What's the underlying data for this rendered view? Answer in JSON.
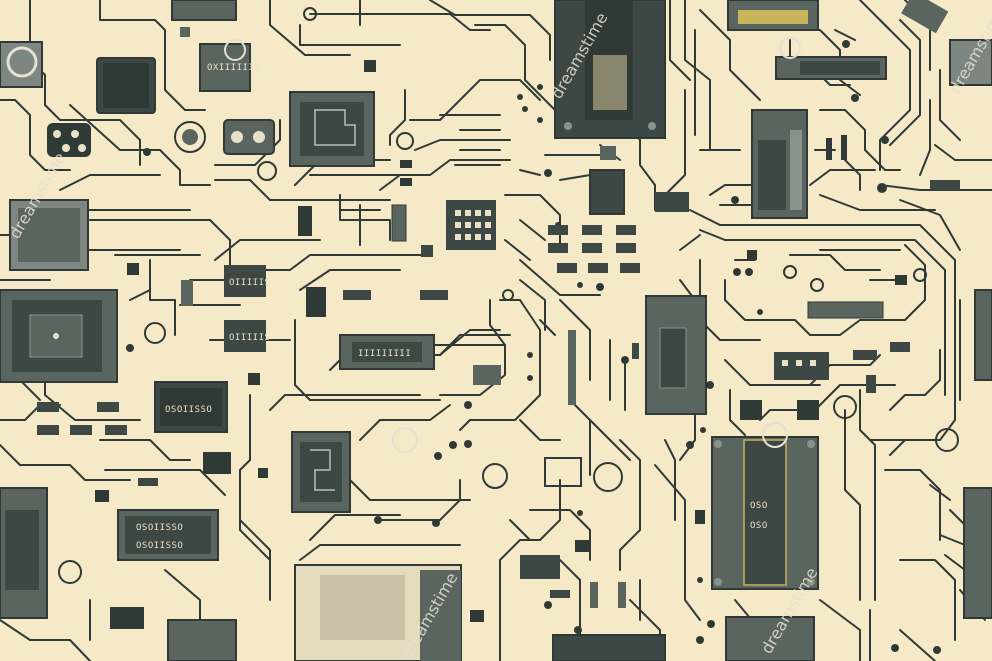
{
  "image": {
    "type": "seamless circuit board pattern",
    "colors": {
      "background": "#f5e9c8",
      "trace": "#2f3a36",
      "chip": "#5a6560",
      "chip_dark": "#3d4743",
      "chip_light": "#8a928d",
      "accent_gold": "#c8b45a",
      "watermark": "#e6e1d2"
    }
  },
  "chip_labels": {
    "chip_a": "OXIIIIIIS",
    "chip_b": "OIIIIIS",
    "chip_c": "OIIIIIS",
    "chip_d": "IIIIIIIII",
    "chip_e": "OSOIISSO",
    "chip_f": "OSOIISSO",
    "chip_g": "OSOIISSO",
    "chip_h": "OSO",
    "chip_i": "OSO"
  },
  "watermark": {
    "text": "dreamstime"
  }
}
